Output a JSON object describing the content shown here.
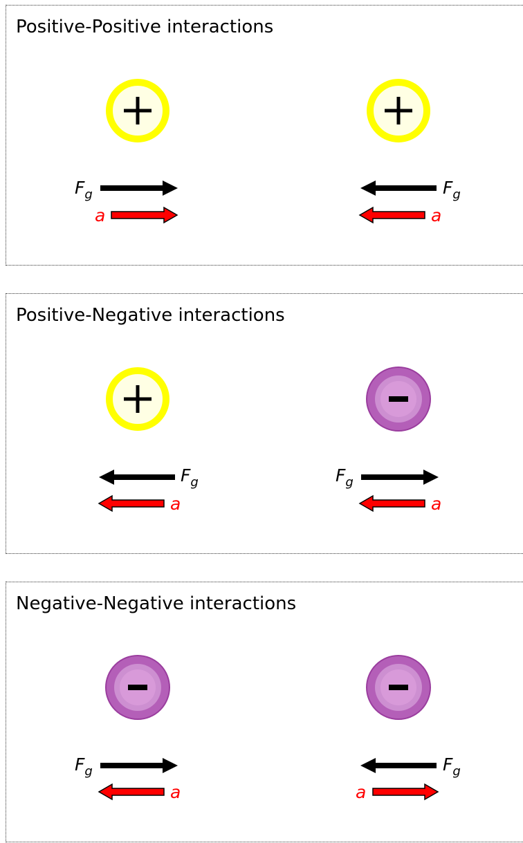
{
  "panels": [
    {
      "title": "Positive-Positive interactions",
      "left_charge": "+",
      "right_charge": "+",
      "left_force_direction": "right",
      "left_acceleration_direction": "right",
      "right_force_direction": "left",
      "right_acceleration_direction": "left"
    },
    {
      "title": "Positive-Negative interactions",
      "left_charge": "+",
      "right_charge": "-",
      "left_force_direction": "left",
      "left_acceleration_direction": "left",
      "right_force_direction": "right",
      "right_acceleration_direction": "left"
    },
    {
      "title": "Negative-Negative interactions",
      "left_charge": "-",
      "right_charge": "-",
      "left_force_direction": "right",
      "left_acceleration_direction": "left",
      "right_force_direction": "left",
      "right_acceleration_direction": "right"
    }
  ],
  "labels": {
    "force_symbol": "F",
    "force_subscript": "g",
    "acceleration_symbol": "a"
  },
  "colors": {
    "positive_ring": "#ffff00",
    "positive_fill": "#ffffe4",
    "negative_outer": "#b45fb8",
    "negative_outer_stroke": "#9a3d9e",
    "negative_inner": "#cd8fd1",
    "negative_core": "#d89ad9",
    "force_arrow": "#000000",
    "acceleration_arrow": "#ff0000",
    "acceleration_label": "#ff0000"
  }
}
